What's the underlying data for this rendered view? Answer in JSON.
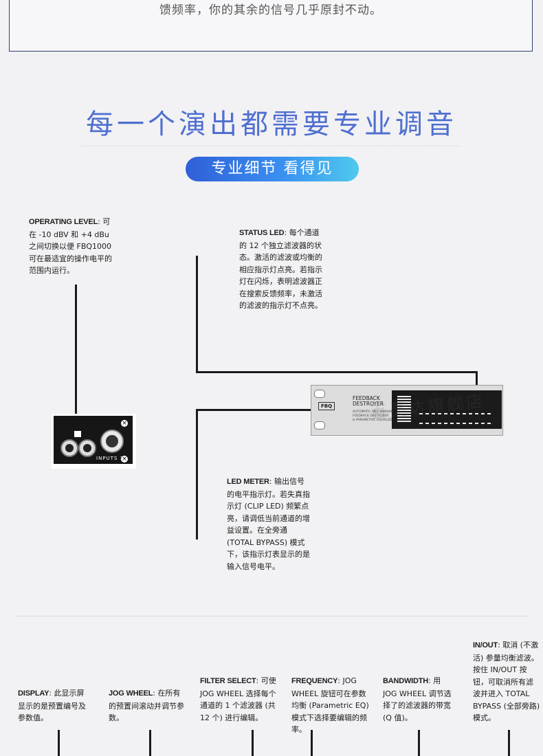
{
  "intro_box": {
    "text": "馈频率，你的其余的信号几乎原封不动。"
  },
  "headline": "每一个演出都需要专业调音",
  "pill": "专业细节 看得见",
  "device_back": {
    "inputs_label": "INPUTS 1"
  },
  "device_front": {
    "logo": "FBQ",
    "brand_line1": "FEEDBACK",
    "brand_line2": "DESTROYER",
    "sub_line1": "AUTOMATIC AND MANUAL",
    "sub_line2": "FEEDBACK DESTROYER",
    "sub_line3": "& PARAMETRIC EQUALIZER",
    "watermark": "百灵达旗舰店"
  },
  "callouts": {
    "operating_level": {
      "label": "OPERATING LEVEL",
      "text": ": 可在 -10 dBV 和 +4 dBu 之间切换以便 FBQ1000 可在最适宜的操作电平的范围内运行。"
    },
    "status_led": {
      "label": "STATUS LED",
      "text": ": 每个通道的 12 个独立滤波器的状态。激活的滤波或均衡的相应指示灯点亮。若指示灯在闪烁，表明滤波器正在搜索反馈频率，未激活的滤波的指示灯不点亮。"
    },
    "led_meter": {
      "label": "LED METER",
      "text": ": 输出信号的电平指示灯。若失真指示灯 (CLIP LED) 频繁点亮，请调低当前通道的增益设置。在全旁通 (TOTAL BYPASS) 模式下，该指示灯表显示的是输入信号电平。"
    }
  },
  "bottom": {
    "display": {
      "label": "DISPLAY",
      "text": ": 此显示屏显示的是预置编号及参数值。"
    },
    "jog_wheel": {
      "label": "JOG WHEEL",
      "text": ": 在所有的预置间滚动并调节参数。"
    },
    "filter_select": {
      "label": "FILTER SELECT",
      "text": ": 可使 JOG WHEEL 选择每个通道的 1 个滤波器 (共 12 个) 进行编辑。"
    },
    "frequency": {
      "label": "FREQUENCY",
      "text": ": JOG WHEEL 旋钮可在参数均衡 (Parametric EQ) 模式下选择要编辑的频率。"
    },
    "bandwidth": {
      "label": "BANDWIDTH",
      "text": ": 用 JOG WHEEL 调节选择了的滤波器的带宽 (Q 值)。"
    },
    "in_out": {
      "label": "IN/OUT",
      "text": ": 取消 (不激活) 参量均衡滤波。按住 IN/OUT 按钮，可取消所有滤波并进入 TOTAL BYPASS (全部旁路) 模式。"
    }
  }
}
